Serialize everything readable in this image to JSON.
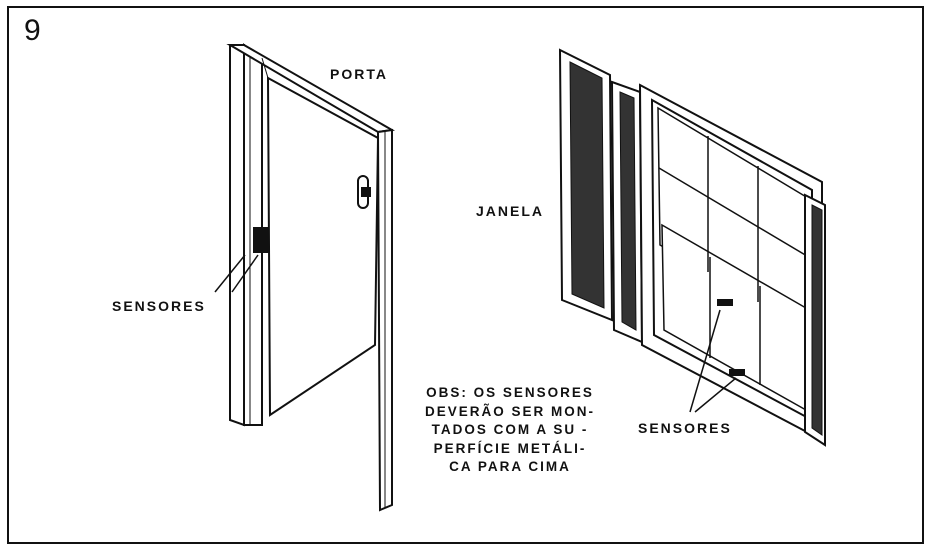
{
  "figure_number": "9",
  "labels": {
    "door": "PORTA",
    "window": "JANELA",
    "door_sensors": "SENSORES",
    "window_sensors": "SENSORES"
  },
  "note_lines": [
    "OBS: OS SENSORES",
    "DEVERÃO SER MON-",
    "TADOS COM A SU -",
    "PERFÍCIE METÁLI-",
    "CA PARA CIMA"
  ]
}
